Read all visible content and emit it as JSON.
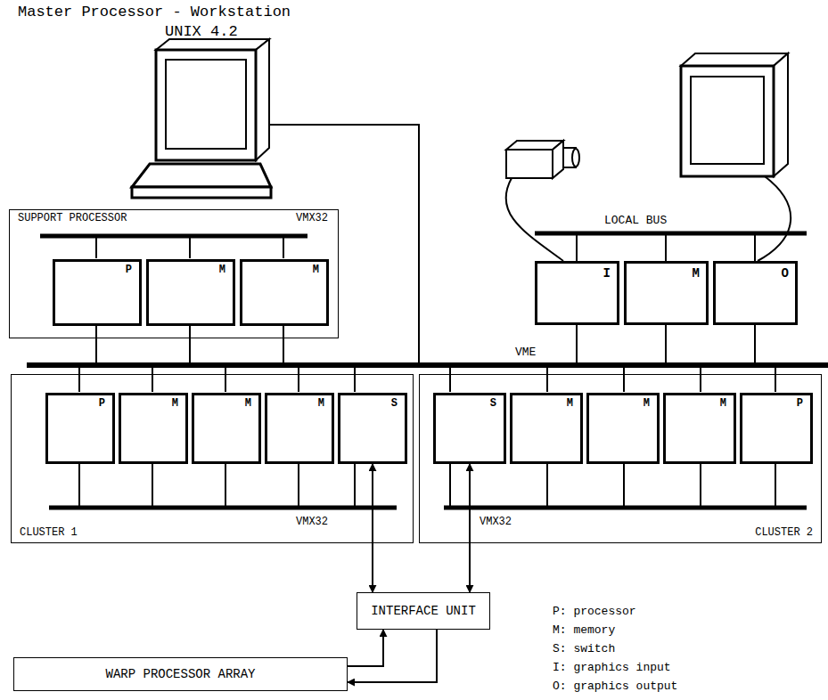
{
  "diagram": {
    "nodes": [
      {
        "text": [
          "SUPPORT PROCESSOR",
          "VMX32"
        ]
      },
      {
        "text": [
          "P"
        ],
        "in": 0
      },
      {
        "text": [
          "M"
        ],
        "in": 0
      },
      {
        "text": [
          "M"
        ],
        "in": 0
      },
      {
        "text": [
          "I"
        ]
      },
      {
        "text": [
          "M"
        ]
      },
      {
        "text": [
          "O"
        ]
      },
      {
        "text": [
          "CLUSTER 1",
          "VMX32"
        ]
      },
      {
        "text": [
          "P"
        ],
        "in": 7
      },
      {
        "text": [
          "M"
        ],
        "in": 7
      },
      {
        "text": [
          "M"
        ],
        "in": 7
      },
      {
        "text": [
          "M"
        ],
        "in": 7
      },
      {
        "text": [
          "S"
        ],
        "in": 7
      },
      {
        "text": [
          "CLUSTER 2",
          "VMX32"
        ]
      },
      {
        "text": [
          "S"
        ],
        "in": 13
      },
      {
        "text": [
          "M"
        ],
        "in": 13
      },
      {
        "text": [
          "M"
        ],
        "in": 13
      },
      {
        "text": [
          "M"
        ],
        "in": 13
      },
      {
        "text": [
          "P"
        ],
        "in": 13
      },
      {
        "text": [
          "INTERFACE UNIT"
        ]
      },
      {
        "text": [
          "WARP PROCESSOR ARRAY"
        ]
      }
    ],
    "edges": [
      {
        "from": 12,
        "to": 19,
        "arrow": "both"
      },
      {
        "from": 14,
        "to": 19,
        "arrow": "both"
      },
      {
        "from": 19,
        "to": 20,
        "arrow": "to"
      },
      {
        "from": 20,
        "to": 19,
        "arrow": "to"
      }
    ],
    "labels": [
      "Master Processor - Workstation",
      "UNIX 4.2",
      "VME",
      "LOCAL BUS"
    ],
    "legend": [
      {
        "text": "P: processor"
      },
      {
        "text": "M: memory"
      },
      {
        "text": "S: switch"
      },
      {
        "text": "I: graphics input"
      },
      {
        "text": "O: graphics output"
      }
    ]
  }
}
